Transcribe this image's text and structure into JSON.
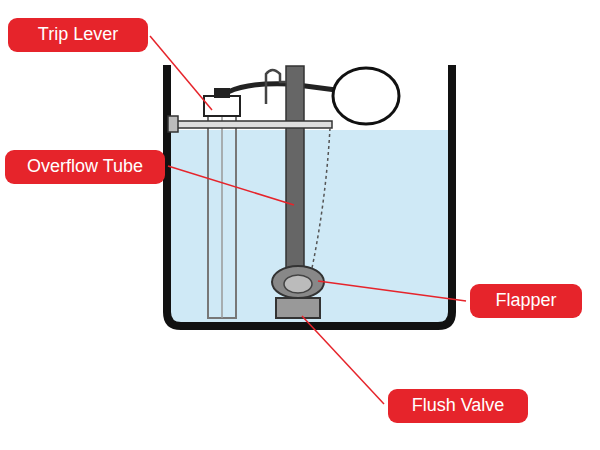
{
  "diagram": {
    "nodes": [
      {
        "text": [
          "Trip Lever"
        ]
      },
      {
        "text": [
          "Overflow Tube"
        ]
      },
      {
        "text": [
          "Flapper"
        ]
      },
      {
        "text": [
          "Flush Valve"
        ]
      }
    ]
  }
}
